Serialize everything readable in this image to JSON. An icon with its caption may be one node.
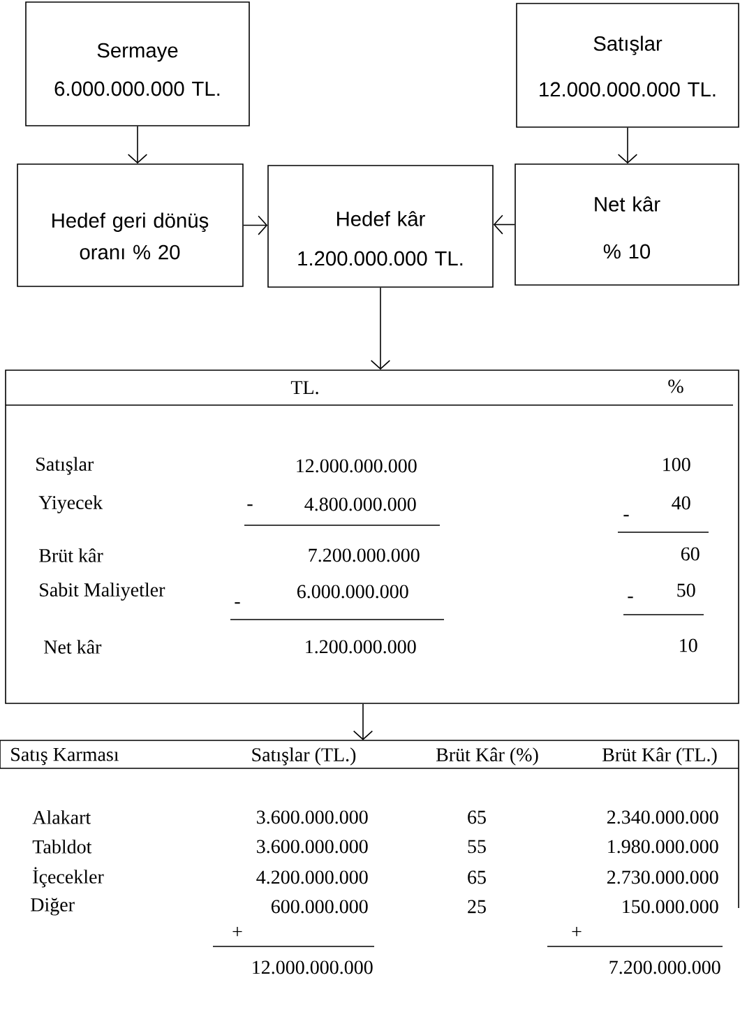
{
  "diagram": {
    "nodes": [
      {
        "text": [
          "Sermaye",
          "6.000.000.000 TL."
        ]
      },
      {
        "text": [
          "Satışlar",
          "12.000.000.000 TL."
        ]
      },
      {
        "text": [
          "Hedef geri dönüş oranı % 20"
        ]
      },
      {
        "text": [
          "Hedef kâr",
          "1.200.000.000 TL."
        ]
      },
      {
        "text": [
          "Net kâr",
          "% 10"
        ]
      },
      {
        "text": [
          "TL.",
          "%",
          "Satışlar",
          "12.000.000.000",
          "100",
          "Yiyecek",
          "-",
          "4.800.000.000",
          "40",
          "-",
          "Brüt kâr",
          "7.200.000.000",
          "60",
          "Sabit Maliyetler",
          "6.000.000.000",
          "50",
          "-",
          "-",
          "Net kâr",
          "1.200.000.000",
          "10"
        ]
      },
      {
        "text": [
          "Satış Karması",
          "Satışlar (TL.)",
          "Brüt Kâr (%)",
          "Brüt Kâr (TL.)",
          "Alakart",
          "3.600.000.000",
          "65",
          "2.340.000.000",
          "Tabldot",
          "3.600.000.000",
          "55",
          "1.980.000.000",
          "İçecekler",
          "4.200.000.000",
          "65",
          "2.730.000.000",
          "Diğer",
          "600.000.000",
          "25",
          "150.000.000",
          "+",
          "+",
          "12.000.000.000",
          "7.200.000.000"
        ]
      }
    ],
    "edges": [
      {
        "from": 0,
        "to": 2,
        "arrow": "to"
      },
      {
        "from": 1,
        "to": 4,
        "arrow": "to"
      },
      {
        "from": 2,
        "to": 3,
        "arrow": "to"
      },
      {
        "from": 4,
        "to": 3,
        "arrow": "to"
      },
      {
        "from": 3,
        "to": 5,
        "arrow": "to"
      },
      {
        "from": 5,
        "to": 6,
        "arrow": "to"
      }
    ]
  }
}
